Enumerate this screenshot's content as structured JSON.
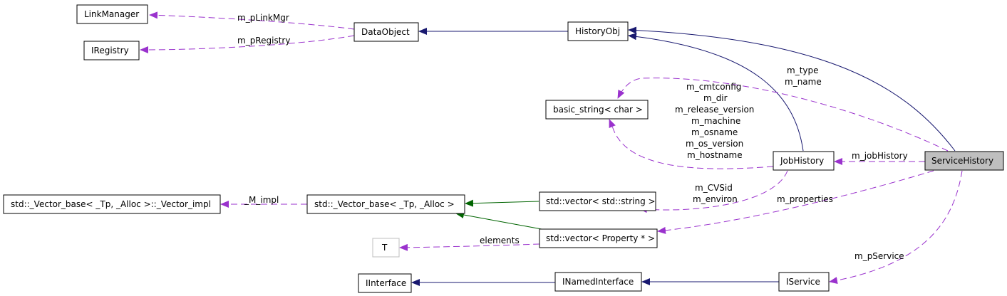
{
  "nodes": {
    "link_manager": "LinkManager",
    "iregistry": "IRegistry",
    "data_object": "DataObject",
    "history_obj": "HistoryObj",
    "basic_string": "basic_string< char >",
    "job_history": "JobHistory",
    "service_history": "ServiceHistory",
    "vector_impl": "std::_Vector_base< _Tp, _Alloc >::_Vector_impl",
    "vector_base": "std::_Vector_base< _Tp, _Alloc >",
    "vector_string": "std::vector< std::string >",
    "vector_property": "std::vector< Property * >",
    "t": "T",
    "iinterface": "IInterface",
    "inamed_interface": "INamedInterface",
    "iservice": "IService"
  },
  "labels": {
    "m_plinkmgr": "m_pLinkMgr",
    "m_pregistry": "m_pRegistry",
    "m_type": "m_type",
    "m_name": "m_name",
    "m_cmtconfig": "m_cmtconfig",
    "m_dir": "m_dir",
    "m_release_version": "m_release_version",
    "m_machine": "m_machine",
    "m_osname": "m_osname",
    "m_os_version": "m_os_version",
    "m_hostname": "m_hostname",
    "m_jobhistory": "m_jobHistory",
    "m_cvsid": "m_CVSid",
    "m_environ": "m_environ",
    "m_properties": "m_properties",
    "m_impl": "_M_impl",
    "elements": "elements",
    "m_pservice": "m_pService"
  },
  "colors": {
    "inheritance": "#191970",
    "template": "#006400",
    "usage": "#9a32cd",
    "focus_fill": "#bfbfbf",
    "ghost_border": "#bfbfbf"
  }
}
